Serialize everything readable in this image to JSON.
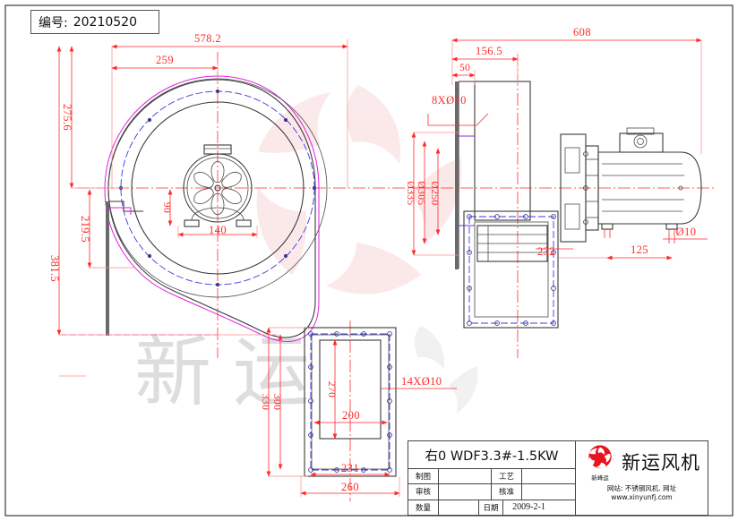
{
  "sheet": {
    "drawing_number_label": "编号:",
    "drawing_number": "20210520",
    "watermark_text": "新运"
  },
  "title_block": {
    "model": "右0  WDF3.3#-1.5KW",
    "rows": [
      {
        "label": "制图",
        "value": "",
        "label2": "工艺",
        "value2": ""
      },
      {
        "label": "审核",
        "value": "",
        "label2": "核准",
        "value2": ""
      }
    ],
    "qty_label": "数量",
    "qty_value": "",
    "date_label": "日期",
    "date_value": "2009-2-1",
    "brand": "新运风机",
    "logo_sub": "新峰运",
    "web_line1": "网站: 不锈钢风机. 网址",
    "web_line2": "www.xinyunfj.com",
    "accent_color": "#e8141e"
  },
  "dimensions": {
    "front_view": {
      "overall_width": "578.2",
      "inlet_offset": "259",
      "upper_height": "275.6",
      "lower_height": "219.5",
      "overall_height": "381.5",
      "hub_height": "90",
      "hub_width": "140"
    },
    "side_view": {
      "overall_length": "608",
      "housing_length": "156.5",
      "flange_thk": "50",
      "bolt_note": "8XØ10",
      "dia_outer": "Ø335",
      "dia_mid": "Ø305",
      "dia_inner": "Ø250",
      "base_offset": "232",
      "motor_foot": "125",
      "foot_hole": "Ø10"
    },
    "bottom_view": {
      "outer_height": "330",
      "inner_height": "300",
      "opening_height": "270",
      "opening_width": "200",
      "bolt_width": "231",
      "outer_width": "260",
      "bolt_note": "14XØ10"
    }
  },
  "colors": {
    "dimension": "#ff2a2a",
    "outline": "#3a3a3a",
    "magenta": "#e21ee2",
    "blue": "#3a3ae2"
  }
}
